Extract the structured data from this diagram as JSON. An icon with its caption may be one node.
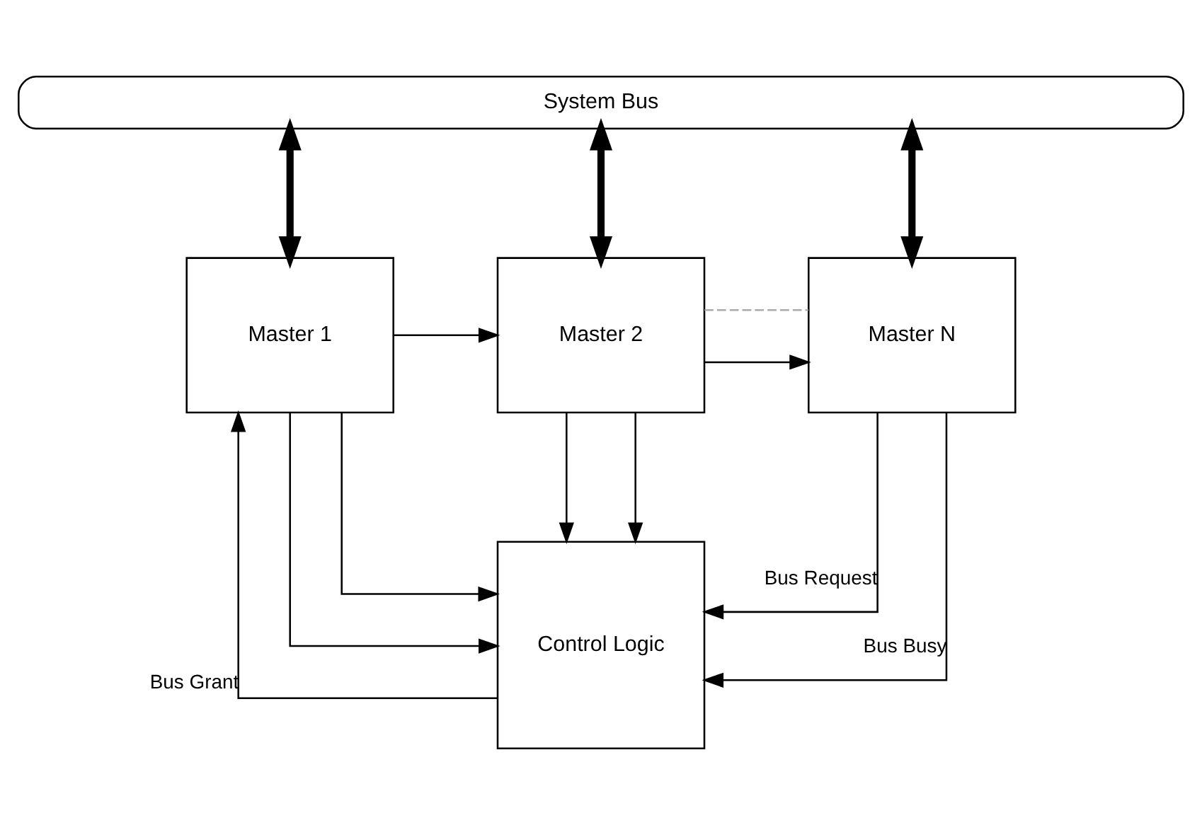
{
  "diagram": {
    "nodes": [
      {
        "text": [
          "System Bus"
        ]
      },
      {
        "text": [
          "Master 1"
        ]
      },
      {
        "text": [
          "Master 2"
        ]
      },
      {
        "text": [
          "Master N"
        ]
      },
      {
        "text": [
          "Control Logic"
        ]
      }
    ],
    "edges": [
      {
        "from": 0,
        "to": 1,
        "arrow": "both",
        "style": "thick"
      },
      {
        "from": 0,
        "to": 2,
        "arrow": "both",
        "style": "thick"
      },
      {
        "from": 0,
        "to": 3,
        "arrow": "both",
        "style": "thick"
      },
      {
        "from": 2,
        "to": 3,
        "arrow": "none",
        "style": "dashed",
        "color": "#aaaaaa"
      },
      {
        "from": 1,
        "to": 2,
        "arrow": "to"
      },
      {
        "from": 2,
        "to": 3,
        "arrow": "to"
      },
      {
        "from": 4,
        "to": 1,
        "arrow": "to",
        "label": "Bus Grant"
      },
      {
        "from": 1,
        "to": 4,
        "arrow": "to"
      },
      {
        "from": 2,
        "to": 4,
        "arrow": "to"
      },
      {
        "from": 3,
        "to": 4,
        "arrow": "to",
        "label": "Bus Request"
      },
      {
        "from": 1,
        "to": 4,
        "arrow": "to"
      },
      {
        "from": 2,
        "to": 4,
        "arrow": "to"
      },
      {
        "from": 3,
        "to": 4,
        "arrow": "to",
        "label": "Bus Busy"
      }
    ]
  }
}
